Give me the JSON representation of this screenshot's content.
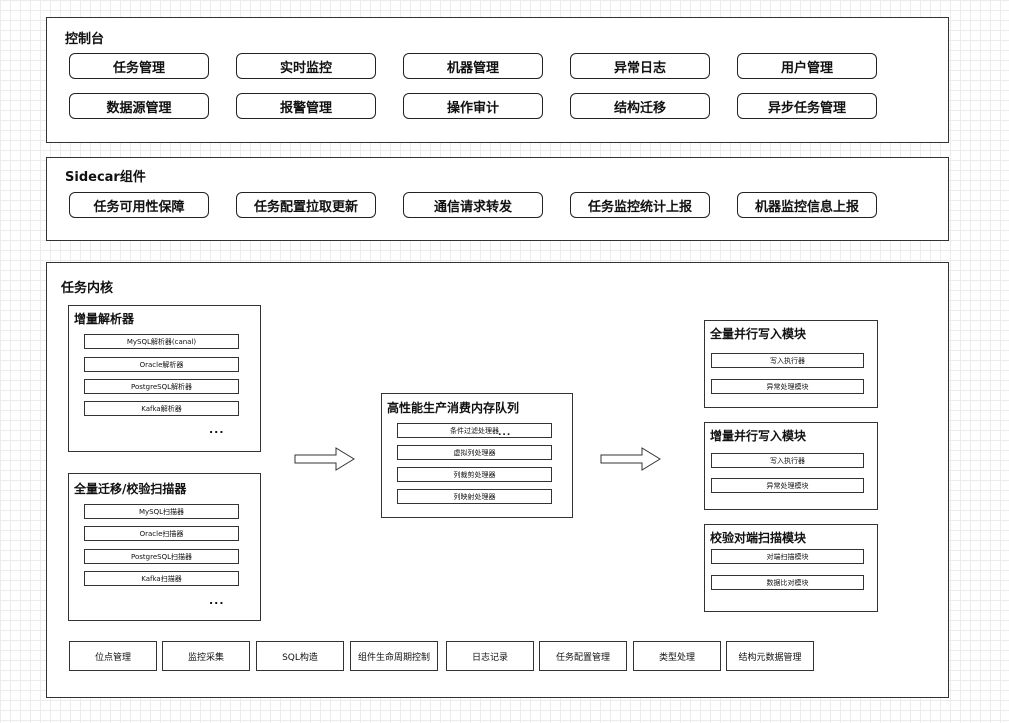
{
  "console": {
    "title": "控制台",
    "items": [
      "任务管理",
      "实时监控",
      "机器管理",
      "异常日志",
      "用户管理",
      "数据源管理",
      "报警管理",
      "操作审计",
      "结构迁移",
      "异步任务管理"
    ]
  },
  "sidecar": {
    "title": "Sidecar组件",
    "items": [
      "任务可用性保障",
      "任务配置拉取更新",
      "通信请求转发",
      "任务监控统计上报",
      "机器监控信息上报"
    ]
  },
  "kernel": {
    "title": "任务内核",
    "incremental_parser": {
      "title": "增量解析器",
      "items": [
        "MySQL解析器(canal)",
        "Oracle解析器",
        "PostgreSQL解析器",
        "Kafka解析器"
      ],
      "more": "..."
    },
    "full_scanner": {
      "title": "全量迁移/校验扫描器",
      "items": [
        "MySQL扫描器",
        "Oracle扫描器",
        "PostgreSQL扫描器",
        "Kafka扫描器"
      ],
      "more": "..."
    },
    "queue": {
      "title": "高性能生产消费内存队列",
      "items": [
        "条件过滤处理器",
        "虚拟列处理器",
        "列裁剪处理器",
        "列映射处理器"
      ],
      "overlay": "..."
    },
    "full_writer": {
      "title": "全量并行写入模块",
      "items": [
        "写入执行器",
        "异常处理模块"
      ]
    },
    "incr_writer": {
      "title": "增量并行写入模块",
      "items": [
        "写入执行器",
        "异常处理模块"
      ]
    },
    "verify": {
      "title": "校验对端扫描模块",
      "items": [
        "对端扫描模块",
        "数据比对模块"
      ]
    },
    "bottom": [
      "位点管理",
      "监控采集",
      "SQL构造",
      "组件生命周期控制",
      "日志记录",
      "任务配置管理",
      "类型处理",
      "结构元数据管理"
    ]
  }
}
